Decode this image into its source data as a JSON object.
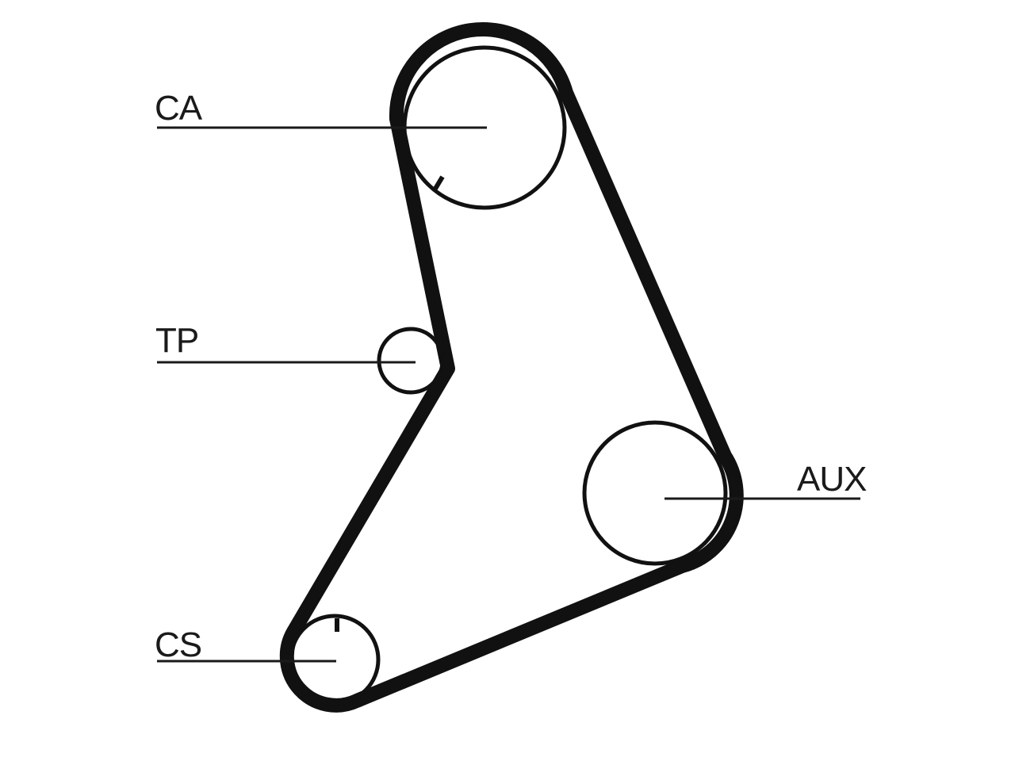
{
  "diagram": {
    "title": "",
    "labels": {
      "ca": "CA",
      "tp": "TP",
      "aux": "AUX",
      "cs": "CS"
    },
    "colors": {
      "stroke": "#111111",
      "background": "#ffffff"
    }
  }
}
